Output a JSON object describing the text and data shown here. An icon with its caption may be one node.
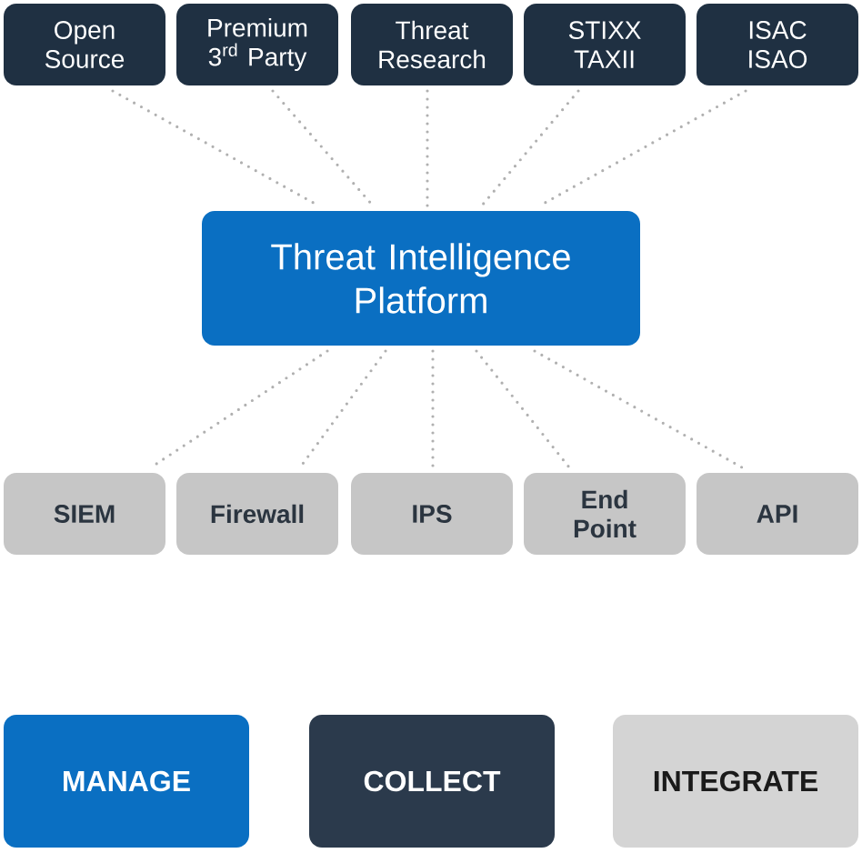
{
  "diagram": {
    "nodes": [
      {
        "text": [
          "Open Source"
        ]
      },
      {
        "text": [
          "Premium 3$^{rd}$ Party"
        ]
      },
      {
        "text": [
          "Threat Research"
        ]
      },
      {
        "text": [
          "STIXX TAXII"
        ]
      },
      {
        "text": [
          "ISAC ISAO"
        ]
      },
      {
        "text": [
          "Threat Intelligence Platform"
        ]
      },
      {
        "text": [
          "SIEM"
        ]
      },
      {
        "text": [
          "Firewall"
        ]
      },
      {
        "text": [
          "IPS"
        ]
      },
      {
        "text": [
          "End Point"
        ]
      },
      {
        "text": [
          "API"
        ]
      },
      {
        "text": [
          "MANAGE"
        ]
      },
      {
        "text": [
          "COLLECT"
        ]
      },
      {
        "text": [
          "INTEGRATE"
        ]
      }
    ],
    "edges": [
      {
        "from": 0,
        "to": 5,
        "arrow": "none",
        "style": "dashed"
      },
      {
        "from": 1,
        "to": 5,
        "arrow": "none",
        "style": "dashed"
      },
      {
        "from": 2,
        "to": 5,
        "arrow": "none",
        "style": "dashed"
      },
      {
        "from": 3,
        "to": 5,
        "arrow": "none",
        "style": "dashed"
      },
      {
        "from": 4,
        "to": 5,
        "arrow": "none",
        "style": "dashed"
      },
      {
        "from": 5,
        "to": 6,
        "arrow": "none",
        "style": "dashed"
      },
      {
        "from": 5,
        "to": 7,
        "arrow": "none",
        "style": "dashed"
      },
      {
        "from": 5,
        "to": 8,
        "arrow": "none",
        "style": "dashed"
      },
      {
        "from": 5,
        "to": 9,
        "arrow": "none",
        "style": "dashed"
      },
      {
        "from": 5,
        "to": 10,
        "arrow": "none",
        "style": "dashed"
      }
    ]
  }
}
